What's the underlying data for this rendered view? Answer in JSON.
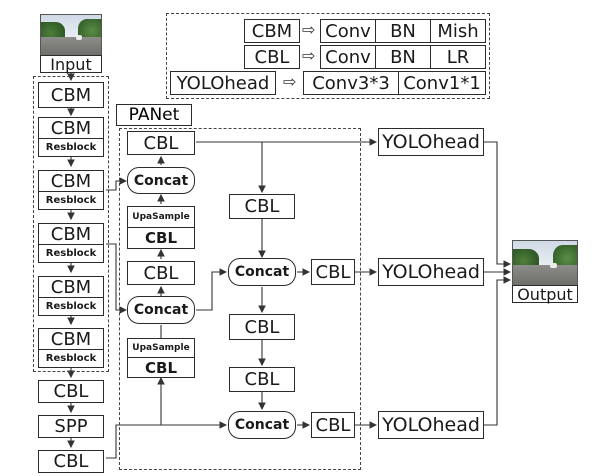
{
  "legend": {
    "rows": [
      {
        "name": "CBM",
        "parts": [
          "Conv",
          "BN",
          "Mish"
        ]
      },
      {
        "name": "CBL",
        "parts": [
          "Conv",
          "BN",
          "LR"
        ]
      },
      {
        "name": "YOLOhead",
        "parts": [
          "Conv3*3",
          "Conv1*1"
        ]
      }
    ]
  },
  "backbone": {
    "input_label": "Input",
    "top_block": "CBM",
    "resblocks": [
      {
        "top": "CBM",
        "bottom": "Resblock"
      },
      {
        "top": "CBM",
        "bottom": "Resblock"
      },
      {
        "top": "CBM",
        "bottom": "Resblock"
      },
      {
        "top": "CBM",
        "bottom": "Resblock"
      },
      {
        "top": "CBM",
        "bottom": "Resblock"
      }
    ],
    "tail": [
      "CBL",
      "SPP",
      "CBL"
    ]
  },
  "panet": {
    "title": "PANet",
    "top_cbl": "CBL",
    "concat_label": "Concat",
    "upsample_label": "UpaSample",
    "cbl_label": "CBL"
  },
  "heads": {
    "label": "YOLOhead",
    "output_label": "Output"
  }
}
